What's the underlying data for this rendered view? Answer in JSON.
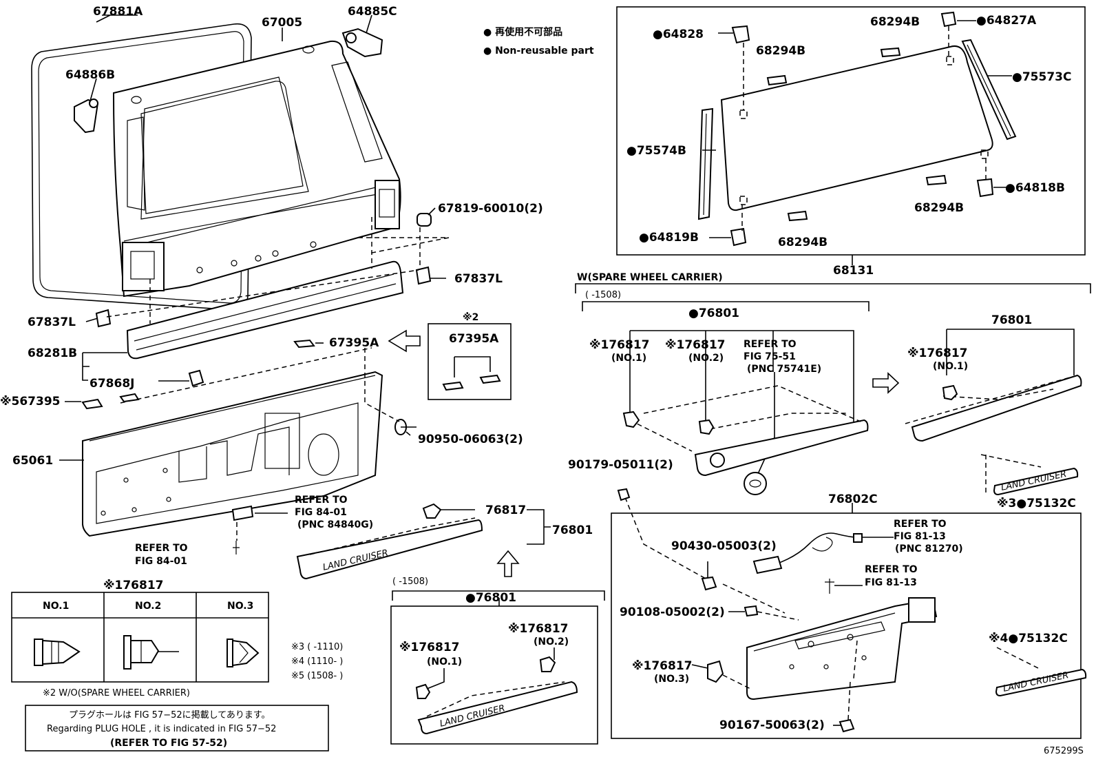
{
  "legend": {
    "jp": "● 再使用不可部品",
    "en": "● Non-reusable part"
  },
  "labels": {
    "p67881A": "67881A",
    "p67005": "67005",
    "p64885C": "64885C",
    "p64886B": "64886B",
    "p67819": "67819-60010(2)",
    "p67837L_r": "67837L",
    "p67837L_l": "67837L",
    "p68281B": "68281B",
    "p67868J": "67868J",
    "p67395A": "67395A",
    "p67395": "※567395",
    "p65061": "65061",
    "p90950": "90950-06063(2)",
    "p76817": "76817",
    "p76801": "76801",
    "p68131": "68131",
    "p64828": "●64828",
    "p68294B_1": "68294B",
    "p68294B_2": "68294B",
    "p68294B_3": "68294B",
    "p68294B_4": "68294B",
    "p64827A": "●64827A",
    "p75573C": "●75573C",
    "p75574B": "●75574B",
    "p64818B": "●64818B",
    "p64819B": "●64819B",
    "p90179": "90179-05011(2)",
    "p76802C": "76802C",
    "p90430": "90430-05003(2)",
    "p90108": "90108-05002(2)",
    "p76817_no3": "※176817",
    "p90167": "90167-50063(2)",
    "p75132C_3": "※3●75132C",
    "p75132C_4": "※4●75132C"
  },
  "refer": {
    "r84_01a_1": "REFER TO",
    "r84_01a_2": "FIG 84-01",
    "r84_01a_3": "(PNC 84840G)",
    "r84_01b_1": "REFER TO",
    "r84_01b_2": "FIG 84-01",
    "r75_51_1": "REFER TO",
    "r75_51_2": "FIG 75-51",
    "r75_51_3": "(PNC 75741E)",
    "r81_13a_1": "REFER TO",
    "r81_13a_2": "FIG 81-13",
    "r81_13a_3": "(PNC 81270)",
    "r81_13b_1": "REFER TO",
    "r81_13b_2": "FIG 81-13"
  },
  "spare": {
    "title": "W(SPARE WHEEL CARRIER)",
    "range": "(      -1508)",
    "group1": "●76801",
    "c1_label": "※176817",
    "c1_no": "(NO.1)",
    "c2_label": "※176817",
    "c2_no": "(NO.2)",
    "group2": "76801",
    "c3_label": "※176817",
    "c3_no": "(NO.1)"
  },
  "wo_box": {
    "note": "※2",
    "label": "67395A"
  },
  "lower_group": {
    "range": "(      -1508)",
    "group": "●76801",
    "a_label": "※176817",
    "a_no": "(NO.1)",
    "b_label": "※176817",
    "b_no": "(NO.2)"
  },
  "clip_table": {
    "title": "※176817",
    "headers": [
      "NO.1",
      "NO.2",
      "NO.3"
    ]
  },
  "notes": {
    "n3": "※3 (        -1110)",
    "n4": "※4 (1110-        )",
    "n5": "※5 (1508-        )",
    "wo": "※2 W/O(SPARE WHEEL CARRIER)",
    "plug_jp": "プラグホールは FIG 57−52に掲載してあります。",
    "plug_en": "Regarding  PLUG  HOLE , it is indicated in  FIG  57−52",
    "plug_ref": "(REFER TO FIG 57-52)"
  },
  "emblem_text": "LAND CRUISER",
  "no3_label": "(NO.3)",
  "diagram_id": "675299S"
}
